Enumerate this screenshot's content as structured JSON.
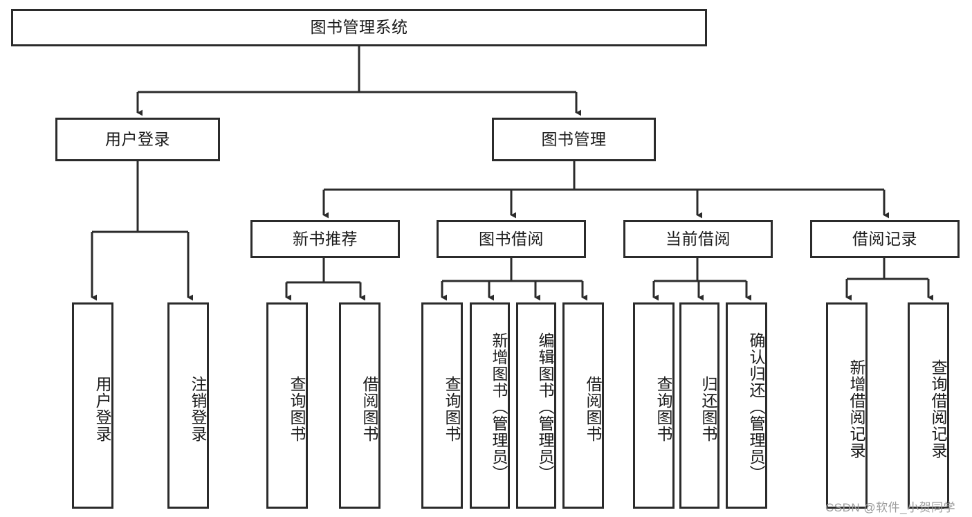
{
  "diagram": {
    "type": "tree-hierarchy",
    "title_node": {
      "label": "图书管理系统"
    },
    "level2": [
      {
        "id": "user-login",
        "label": "用户登录"
      },
      {
        "id": "book-management",
        "label": "图书管理"
      }
    ],
    "level3": [
      {
        "id": "new-book-recommend",
        "label": "新书推荐"
      },
      {
        "id": "book-borrow",
        "label": "图书借阅"
      },
      {
        "id": "current-borrow",
        "label": "当前借阅"
      },
      {
        "id": "borrow-record",
        "label": "借阅记录"
      }
    ],
    "leaves": {
      "user_login": [
        {
          "id": "leaf-user-login",
          "label": "用户登录"
        },
        {
          "id": "leaf-logout-login",
          "label": "注销登录"
        }
      ],
      "new_book_recommend": [
        {
          "id": "leaf-query-book-1",
          "label": "查询图书"
        },
        {
          "id": "leaf-borrow-book-1",
          "label": "借阅图书"
        }
      ],
      "book_borrow": [
        {
          "id": "leaf-query-book-2",
          "label": "查询图书"
        },
        {
          "id": "leaf-add-book",
          "label": "新增图书（管理员）"
        },
        {
          "id": "leaf-edit-book",
          "label": "编辑图书（管理员）"
        },
        {
          "id": "leaf-borrow-book-2",
          "label": "借阅图书"
        }
      ],
      "current_borrow": [
        {
          "id": "leaf-query-book-3",
          "label": "查询图书"
        },
        {
          "id": "leaf-return-book",
          "label": "归还图书"
        },
        {
          "id": "leaf-confirm-return",
          "label": "确认归还（管理员）"
        }
      ],
      "borrow_record": [
        {
          "id": "leaf-add-record",
          "label": "新增借阅记录"
        },
        {
          "id": "leaf-query-record",
          "label": "查询借阅记录"
        }
      ]
    }
  },
  "watermark": {
    "text": "CSDN @软件_小贺同学"
  },
  "colors": {
    "stroke": "#2b2b2b",
    "background": "#ffffff",
    "text": "#1a1a1a",
    "watermark": "#9c9c9c"
  }
}
